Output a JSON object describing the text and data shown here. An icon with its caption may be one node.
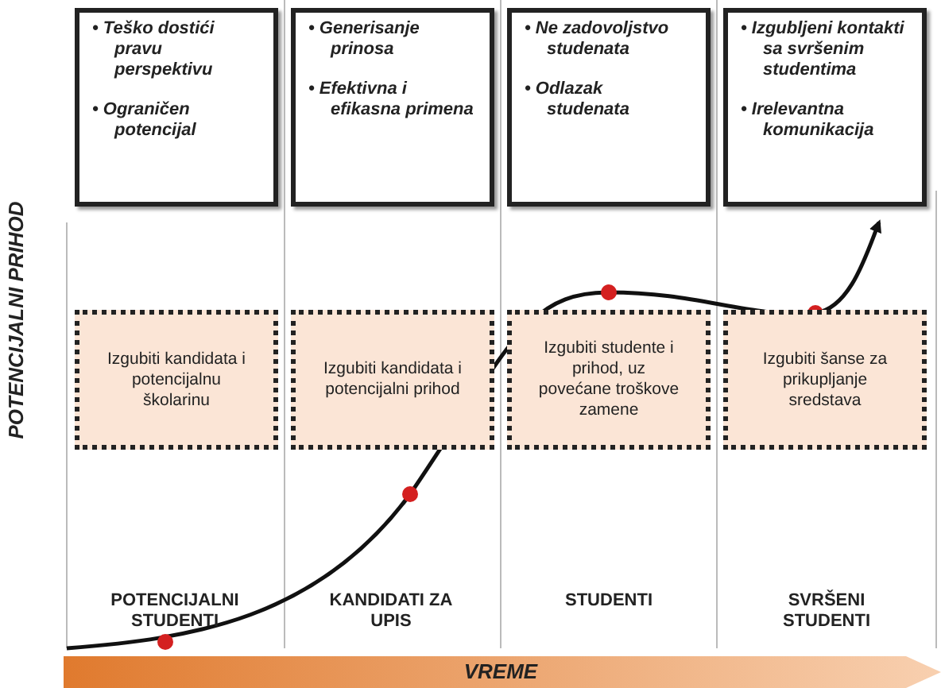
{
  "diagram": {
    "nodes": [
      {
        "text": [
          "• Teško dostići pravu perspektivu",
          "• Ograničen potencijal"
        ]
      },
      {
        "text": [
          "• Generisanje prinosa",
          "• Efektivna i efikasna primena"
        ]
      },
      {
        "text": [
          "• Ne zadovoljstvo studenata",
          "• Odlazak studenata"
        ]
      },
      {
        "text": [
          "• Izgubljeni kontakti sa svršenim studentima",
          "• Irelevantna komunikacija"
        ]
      },
      {
        "text": [
          "Izgubiti kandidata i potencijalnu školarinu"
        ]
      },
      {
        "text": [
          "Izgubiti kandidata i potencijalni prihod"
        ]
      },
      {
        "text": [
          "Izgubiti studente i prihod, uz povećane troškove zamene"
        ]
      },
      {
        "text": [
          "Izgubiti šanse za prikupljanje sredstava"
        ]
      }
    ],
    "labels": [
      "POTENCIJALNI PRIHOD",
      "POTENCIJALNI STUDENTI",
      "KANDIDATI ZA UPIS",
      "STUDENTI",
      "SVRŠENI STUDENTI",
      "VREME"
    ]
  }
}
